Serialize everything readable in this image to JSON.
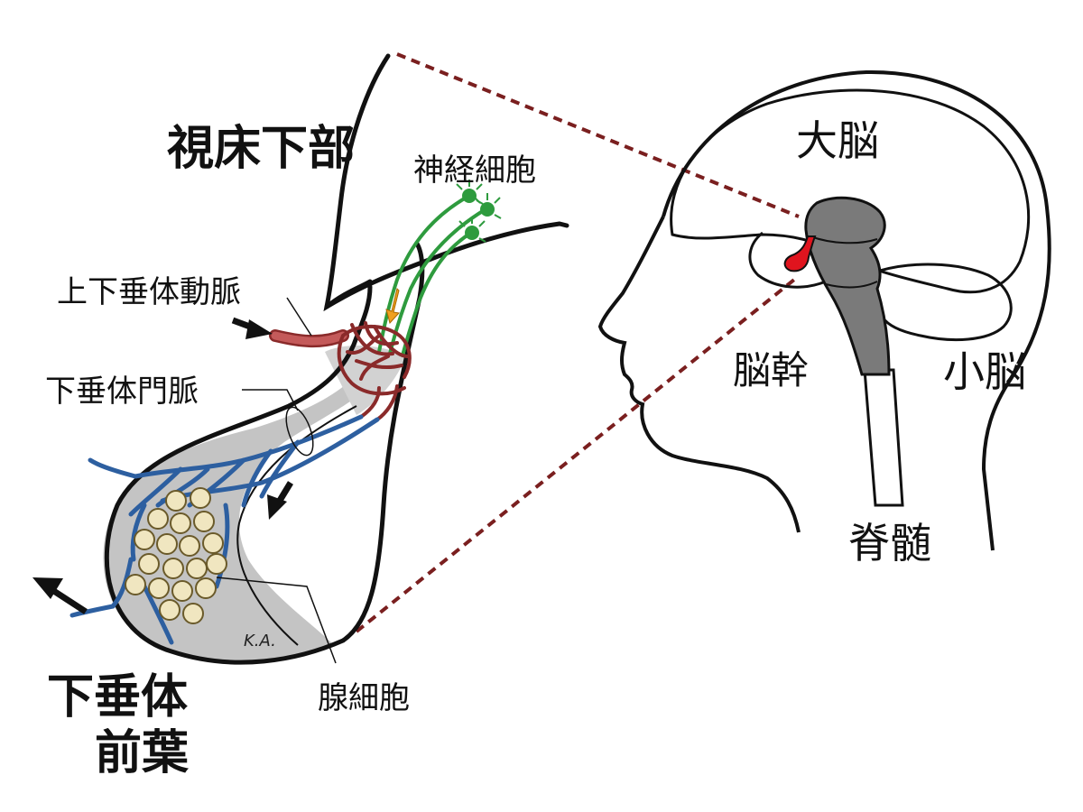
{
  "labels": {
    "hypothalamus": "視床下部",
    "neurons": "神経細胞",
    "superior_hypophyseal_artery": "上下垂体動脈",
    "hypophyseal_portal_vein": "下垂体門脈",
    "anterior_pituitary_line1": "下垂体",
    "anterior_pituitary_line2": "前葉",
    "glandular_cells": "腺細胞",
    "cerebrum": "大脳",
    "brainstem": "脳幹",
    "cerebellum": "小脳",
    "spinal_cord": "脊髄",
    "signature": "K.A."
  },
  "colors": {
    "outline": "#111111",
    "neuron_green": "#2e9b3e",
    "artery_red": "#b24a4a",
    "vein_blue": "#2d5fa0",
    "tissue_gray": "#c4c4c4",
    "cell_fill": "#f0e6c0",
    "brain_gray": "#7a7a7a",
    "pituitary_red": "#e0141e",
    "dashed_line": "#7a1f1f",
    "flow_arrow_yellow": "#f0a020"
  }
}
